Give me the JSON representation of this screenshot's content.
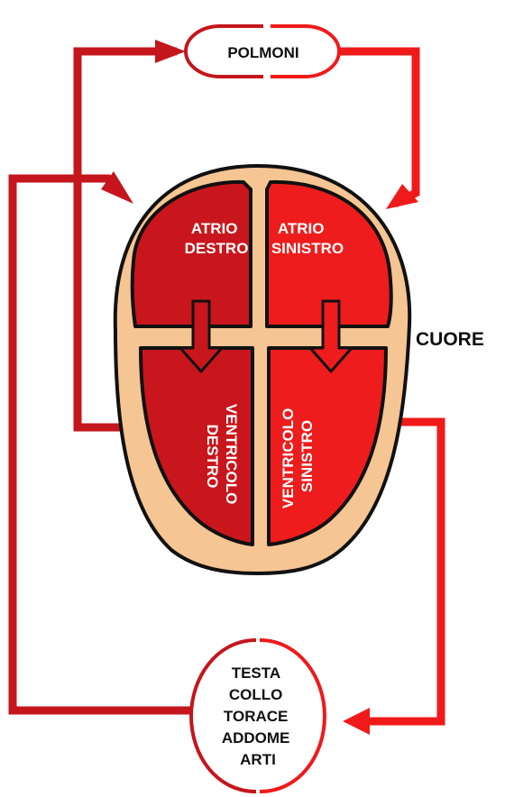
{
  "organ_label": "CUORE",
  "lungs_label": "POLMONI",
  "chambers": {
    "right_atrium": [
      "ATRIO",
      "DESTRO"
    ],
    "left_atrium": [
      "ATRIO",
      "SINISTRO"
    ],
    "right_ventricle": [
      "VENTRICOLO",
      "DESTRO"
    ],
    "left_ventricle": [
      "VENTRICOLO",
      "SINISTRO"
    ]
  },
  "body_parts": [
    "TESTA",
    "COLLO",
    "TORACE",
    "ADDOME",
    "ARTI"
  ],
  "colors": {
    "venous_red": "#c4161c",
    "arterial_red": "#f01a1a",
    "chamber_dark": "#c8161c",
    "chamber_bright": "#ee1c1c",
    "heart_tissue": "#f6c594",
    "outline": "#111111"
  }
}
